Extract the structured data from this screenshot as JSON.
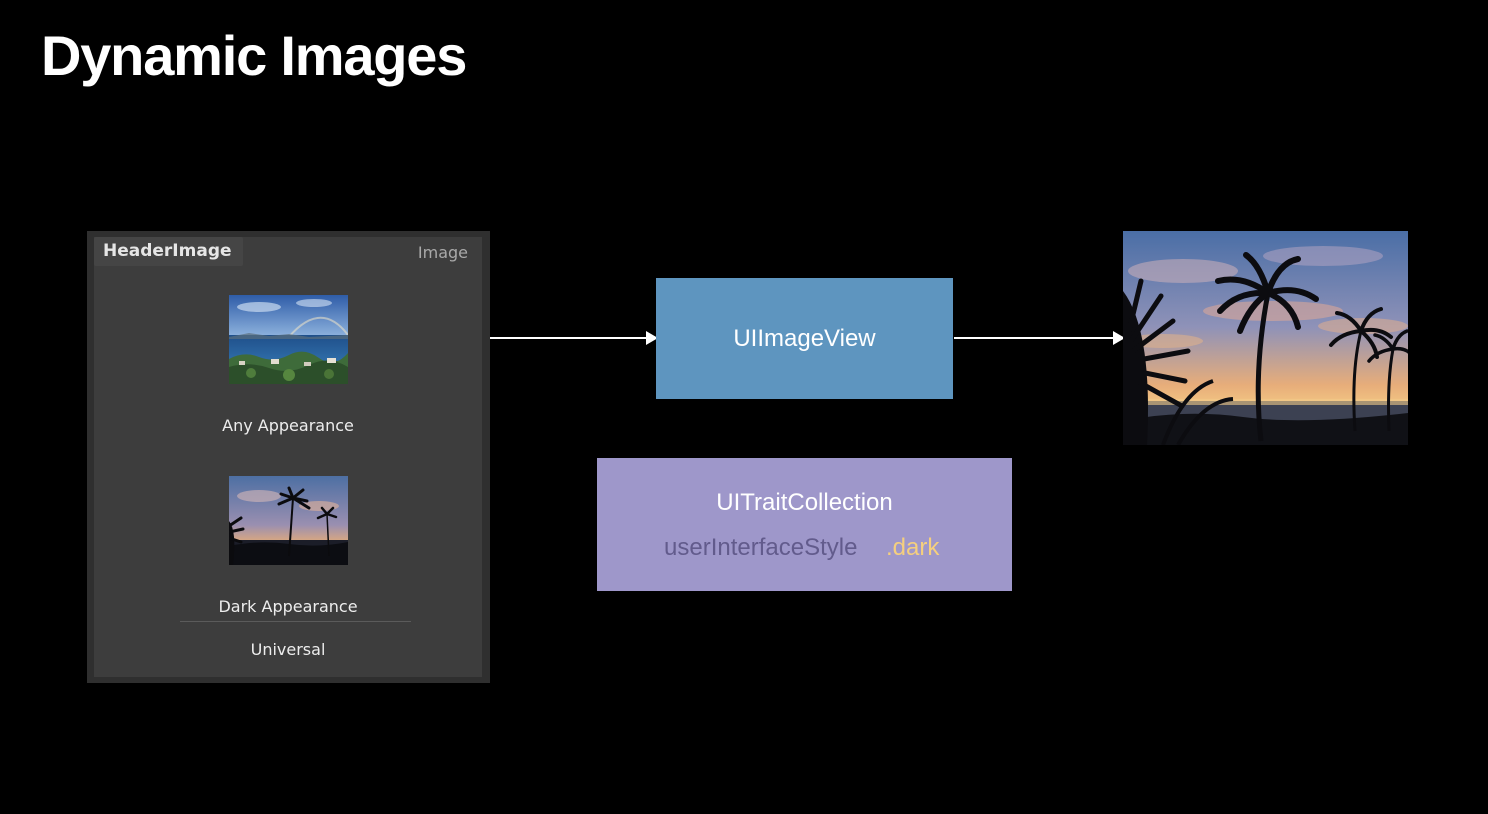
{
  "title": "Dynamic Images",
  "asset_panel": {
    "asset_name": "HeaderImage",
    "asset_kind": "Image",
    "slots": [
      {
        "label": "Any Appearance",
        "thumbnail": "ocean-rainbow-photo"
      },
      {
        "label": "Dark Appearance",
        "thumbnail": "palm-sunset-photo"
      }
    ],
    "device_row": "Universal"
  },
  "image_view_label": "UIImageView",
  "trait_collection": {
    "title": "UITraitCollection",
    "property": "userInterfaceStyle",
    "value": ".dark"
  },
  "output_image": "palm-sunset-photo",
  "colors": {
    "background": "#000000",
    "image_view_fill": "#5e95bf",
    "trait_fill": "#9e97ca",
    "trait_property_text": "#625b8c",
    "trait_value_text": "#f5cf7e",
    "panel_fill": "#3d3d3d"
  }
}
